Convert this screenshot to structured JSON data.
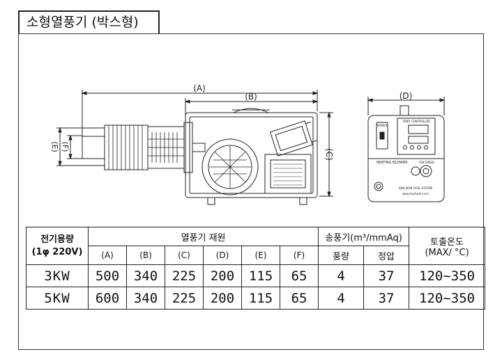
{
  "title": "소형열풍기 (박스형)",
  "drawing": {
    "side_dims": [
      "(A)",
      "(B)",
      "(C)",
      "(E)",
      "(F)"
    ],
    "front_dim": "(D)",
    "panel_label": "HEATING BLOWER",
    "controller_label": "TEMP. CONTROLLER",
    "fan_label": "FAN SPEED",
    "switch_label": "POWER",
    "maker": "HAN JEON YEOL SYSTEM",
    "url": "www.hanheat.co.kr"
  },
  "table": {
    "col1_header_line1": "전기용량",
    "col1_header_line2": "(1φ 220V)",
    "dims_group": "열풍기 재원",
    "dims": [
      "(A)",
      "(B)",
      "(C)",
      "(D)",
      "(E)",
      "(F)"
    ],
    "blower_group": "송풍기(m³/mmAq)",
    "blower_cols": [
      "풍량",
      "정압"
    ],
    "temp_header_line1": "토출온도",
    "temp_header_line2": "(MAX/ °C)",
    "rows": [
      {
        "model": "3KW",
        "values": [
          "500",
          "340",
          "225",
          "200",
          "115",
          "65"
        ],
        "flow": "4",
        "pressure": "37",
        "temp": "120~350"
      },
      {
        "model": "5KW",
        "values": [
          "600",
          "340",
          "225",
          "200",
          "115",
          "65"
        ],
        "flow": "4",
        "pressure": "37",
        "temp": "120~350"
      }
    ]
  }
}
